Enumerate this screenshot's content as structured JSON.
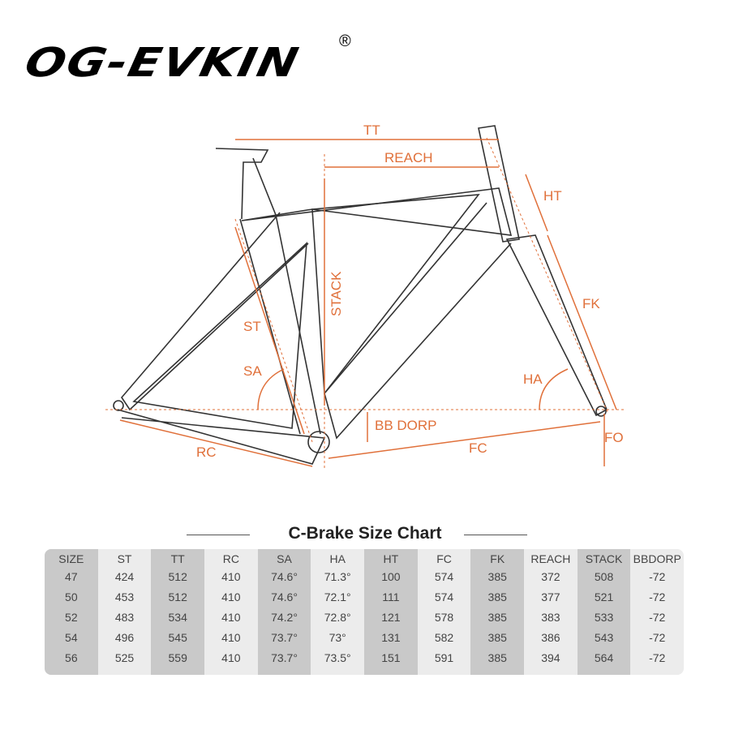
{
  "brand": {
    "logo": "OG-EVKIN",
    "registered": "®"
  },
  "diagram": {
    "labels": {
      "tt": "TT",
      "reach": "REACH",
      "ht": "HT",
      "stack": "STACK",
      "fk": "FK",
      "st": "ST",
      "sa": "SA",
      "ha": "HA",
      "bb_drop": "BB DORP",
      "rc": "RC",
      "fc": "FC",
      "fo": "FO"
    },
    "accent": "#e0703a"
  },
  "table": {
    "title": "C-Brake Size Chart",
    "columns": [
      "SIZE",
      "ST",
      "TT",
      "RC",
      "SA",
      "HA",
      "HT",
      "FC",
      "FK",
      "REACH",
      "STACK",
      "BBDORP"
    ],
    "rows": [
      [
        "47",
        "424",
        "512",
        "410",
        "74.6°",
        "71.3°",
        "100",
        "574",
        "385",
        "372",
        "508",
        "-72"
      ],
      [
        "50",
        "453",
        "512",
        "410",
        "74.6°",
        "72.1°",
        "111",
        "574",
        "385",
        "377",
        "521",
        "-72"
      ],
      [
        "52",
        "483",
        "534",
        "410",
        "74.2°",
        "72.8°",
        "121",
        "578",
        "385",
        "383",
        "533",
        "-72"
      ],
      [
        "54",
        "496",
        "545",
        "410",
        "73.7°",
        "73°",
        "131",
        "582",
        "385",
        "386",
        "543",
        "-72"
      ],
      [
        "56",
        "525",
        "559",
        "410",
        "73.7°",
        "73.5°",
        "151",
        "591",
        "385",
        "394",
        "564",
        "-72"
      ]
    ]
  }
}
